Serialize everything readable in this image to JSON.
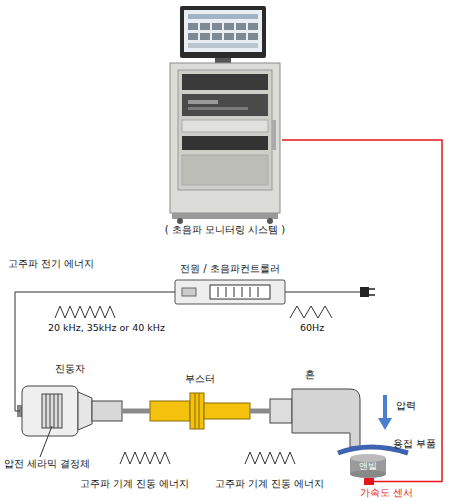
{
  "diagram": {
    "nodes": [
      {
        "text": [
          "( 초음파 모니터링 시스템 )"
        ]
      },
      {
        "text": [
          "전원 / 초음파컨트롤러"
        ]
      },
      {
        "text": [
          "진동자"
        ]
      },
      {
        "text": [
          "부스터"
        ]
      },
      {
        "text": [
          "혼"
        ]
      },
      {
        "text": [
          "앤빌"
        ]
      },
      {
        "text": [
          "가속도 센서"
        ]
      }
    ],
    "edges": [
      {
        "from": 1,
        "to": 2,
        "arrow": "none"
      },
      {
        "from": 2,
        "to": 3,
        "arrow": "none"
      },
      {
        "from": 3,
        "to": 4,
        "arrow": "none"
      },
      {
        "from": 6,
        "to": 0,
        "arrow": "none"
      }
    ],
    "labels": [
      "고주파 전기 에너지",
      "20 kHz, 35kHz or 40 kHz",
      "60Hz",
      "압전 세라믹 결정체",
      "고주파 기계 진동 에너지",
      "고주파 기계 진동 에너지",
      "압력",
      "용접 부품"
    ]
  }
}
